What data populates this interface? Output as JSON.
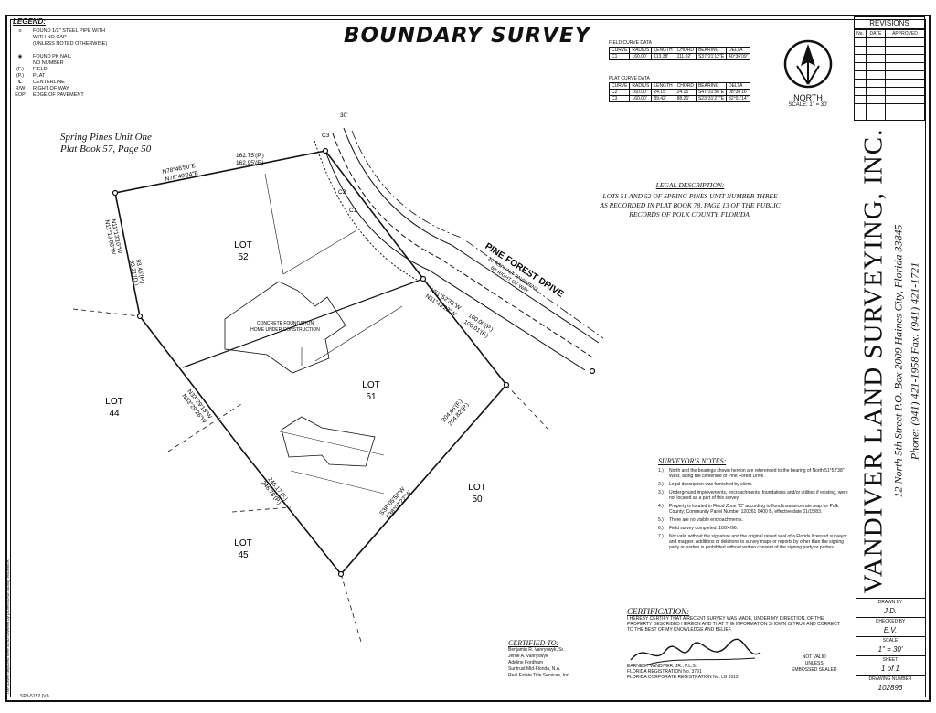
{
  "title": "BOUNDARY SURVEY",
  "legend": {
    "title": "LEGEND:",
    "items": [
      {
        "symbol": "o",
        "text": "FOUND 1/2\" STEEL PIPE WITH"
      },
      {
        "symbol": "",
        "text": "WITH NO CAP"
      },
      {
        "symbol": "",
        "text": "(UNLESS NOTED OTHERWISE)"
      },
      {
        "symbol": "",
        "text": ""
      },
      {
        "symbol": "◉",
        "text": "FOUND PK NAIL"
      },
      {
        "symbol": "",
        "text": "NO NUMBER"
      },
      {
        "symbol": "(F.)",
        "text": "FIELD"
      },
      {
        "symbol": "(P.)",
        "text": "PLAT"
      },
      {
        "symbol": "℄",
        "text": "CENTERLINE"
      },
      {
        "symbol": "R/W",
        "text": "RIGHT OF WAY"
      },
      {
        "symbol": "EOP",
        "text": "EDGE OF PAVEMENT"
      }
    ]
  },
  "field_curve": {
    "title": "FIELD CURVE DATA",
    "headers": [
      "CURVE",
      "RADIUS",
      "LENGTH",
      "CHORD",
      "BEARING",
      "DELTA"
    ],
    "rows": [
      [
        "C1",
        "160.00'",
        "113.38'",
        "111.02'",
        "S37°21'12\"E",
        "40°36'09\""
      ]
    ]
  },
  "plat_curve": {
    "title": "PLAT CURVE DATA",
    "headers": [
      "CURVE",
      "RADIUS",
      "LENGTH",
      "CHORD",
      "BEARING",
      "DELTA"
    ],
    "rows": [
      [
        "C2",
        "160.00'",
        "24.15'",
        "24.15'",
        "S47°31'56\"E",
        "08°38'16\""
      ],
      [
        "C3",
        "160.00'",
        "89.42'",
        "88.26'",
        "S23°31'27\"E",
        "32°01'14\""
      ]
    ]
  },
  "north": {
    "label": "NORTH",
    "scale": "SCALE: 1\" = 30'"
  },
  "revisions": {
    "title": "REVISIONS",
    "headers": [
      "No.",
      "DATE",
      "APPROVED"
    ]
  },
  "company": {
    "name": "VANDIVER LAND SURVEYING, INC.",
    "address": "12 North 5th Street     P.O. Box 2009     Haines City, Florida  33845",
    "phones": "Phone: (941) 421-1958     Fax: (941) 421-1721"
  },
  "title_block": {
    "drawn_label": "DRAWN BY",
    "drawn": "J.D.",
    "checked_label": "CHECKED BY",
    "checked": "E.V.",
    "scale_label": "SCALE",
    "scale": "1\" = 30'",
    "sheet_label": "SHEET",
    "sheet": "1 of 1",
    "drawing_label": "DRAWING NUMBER",
    "drawing": "102896"
  },
  "plat_ref": {
    "line1": "Spring Pines Unit One",
    "line2": "Plat Book 57, Page 50"
  },
  "legal": {
    "title": "LEGAL DESCRIPTION:",
    "lines": [
      "LOTS 51 AND 52 OF SPRING PINES UNIT NUMBER THREE",
      "AS RECORDED IN PLAT BOOK 78, PAGE 13 OF THE PUBLIC",
      "RECORDS OF POLK COUNTY, FLORIDA."
    ]
  },
  "road": {
    "name": "PINE FOREST DRIVE",
    "sub1": "20' ASPHALT PAVEMENT",
    "sub2": "60' RIGHT OF WAY"
  },
  "lots": {
    "lot52": [
      "LOT",
      "52"
    ],
    "lot51": [
      "LOT",
      "51"
    ],
    "lot44": [
      "LOT",
      "44"
    ],
    "lot45": [
      "LOT",
      "45"
    ],
    "lot50": [
      "LOT",
      "50"
    ]
  },
  "foundation": [
    "CONCRETE FOUNDATION",
    "HOME UNDER CONSTRUCTION"
  ],
  "dims": {
    "top_p": "162.75'(P.)",
    "top_f": "162.95'(F.)",
    "top_bearing1": "N78°46'50\"E",
    "top_bearing2": "N78°49'24\"E",
    "west_bearing1": "N11°13'10\"W",
    "west_bearing2": "N11°13'08\"W",
    "west_len1": "93.45'(P.)",
    "west_len2": "93.21'(D.)",
    "sw_bearing1": "N33°29'18\"W",
    "sw_bearing2": "N33°29'26\"W",
    "front_bearing1": "N51°52'38\"W",
    "front_bearing2": "N51°49'22\"W",
    "front_len1": "100.00'(P.)",
    "front_len2": "100.01'(F.)",
    "east_len1": "204.66'(F.)",
    "east_len2": "204.82'(P.)",
    "se_bearing1": "S38°05'58\"W",
    "se_bearing2": "S38°07'22\"W",
    "south_len1": "246.17'(F.)",
    "south_len2": "246.78'(P.)",
    "thirty": "30'",
    "c1": "C1",
    "c2": "C2",
    "c3": "C3"
  },
  "surveyor_notes": {
    "title": "SURVEYOR'S NOTES:",
    "items": [
      {
        "n": "1.)",
        "t": "North and the bearings shown hereon are referenced to the bearing of North 51°52'38\" West, along the centerline of Pine Forest Drive."
      },
      {
        "n": "2.)",
        "t": "Legal description was furnished by client."
      },
      {
        "n": "3.)",
        "t": "Underground improvements, encroachments, foundations and/or utilities if existing, were not located as a part of this survey."
      },
      {
        "n": "4.)",
        "t": "Property is located in Flood Zone \"C\" according to flood insurance rate map for Polk County; Community Panel Number 120261 0400 B, effective date 01/15/83."
      },
      {
        "n": "5.)",
        "t": "There are no visible encroachments."
      },
      {
        "n": "6.)",
        "t": "Field survey completed: 10/24/96."
      },
      {
        "n": "7.)",
        "t": "Not valid without the signature and the original raised seal of a Florida licensed surveyor and mapper. Additions or deletions to survey maps or reports by other than the signing party or parties is prohibited without written consent of the signing party or parties."
      }
    ]
  },
  "certification": {
    "title": "CERTIFICATION:",
    "text": "I HEREBY CERTIFY THAT A RECENT SURVEY WAS MADE, UNDER MY DIRECTION, OF THE PROPERTY DESCRIBED HEREON AND THAT THE INFORMATION SHOWN IS TRUE AND CORRECT TO THE BEST OF MY KNOWLEDGE AND BELIEF.",
    "signer": "EARNEST VANDIVER, JR., P.L.S.",
    "registration": "FLORIDA REGISTRATION No. 3791",
    "corp": "FLORIDA CORPORATE REGISTRATION No. LB 6512",
    "seal": [
      "NOT VALID",
      "UNLESS",
      "EMBOSSED SEALED"
    ]
  },
  "certified_to": {
    "title": "CERTIFIED TO:",
    "names": [
      "Benjamin R. Vanryswyk, Sr.",
      "Jerrie A. Vanryswyk",
      "Adeline Fordham",
      "Suntrust Mid-Florida, N.A.",
      "Real Estate Title Services, Inc."
    ]
  },
  "sidenote": "The survey depicted here is not covered by professional liability insurance.",
  "file_no": "SP3-5152 (VI)"
}
